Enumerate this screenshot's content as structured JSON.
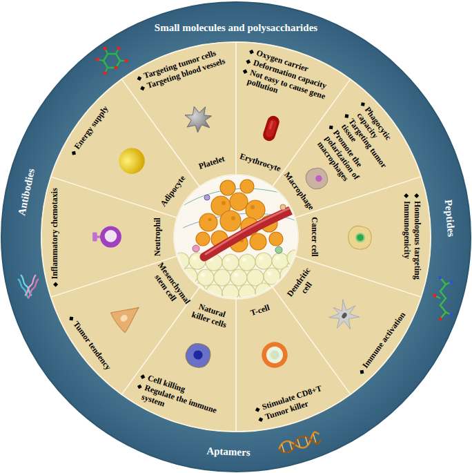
{
  "diagram": {
    "nodes": [
      {
        "text": [
          "Platelet",
          "Targeting tumor cells",
          "Targeting blood vessels"
        ]
      },
      {
        "text": [
          "Erythrocyte",
          "Oxygen carrier",
          "Deformation capacity",
          "Not easy to cause gene pollution"
        ]
      },
      {
        "text": [
          "Macrophage",
          "Phagocytic capacity",
          "Targeting tumor tissue",
          "Promote the polarization of macrophages"
        ]
      },
      {
        "text": [
          "Cancer cell",
          "Homologous targeting",
          "Immunogenicity"
        ]
      },
      {
        "text": [
          "Dendritic cell",
          "Immune activation"
        ]
      },
      {
        "text": [
          "T-cell",
          "Stimulate CD8+T",
          "Tumor killer"
        ]
      },
      {
        "text": [
          "Natural killer cells",
          "Cell killing",
          "Regulate the immune system"
        ]
      },
      {
        "text": [
          "Mesenchymal stem cell",
          "Tumor tendency"
        ]
      },
      {
        "text": [
          "Neutrophil",
          "Inflammatory chemotaxis"
        ]
      },
      {
        "text": [
          "Adipocyte",
          "Energy supply"
        ]
      }
    ],
    "labels": [
      "Small molecules and polysaccharides",
      "Peptides",
      "Aptamers",
      "Antibodies"
    ]
  }
}
